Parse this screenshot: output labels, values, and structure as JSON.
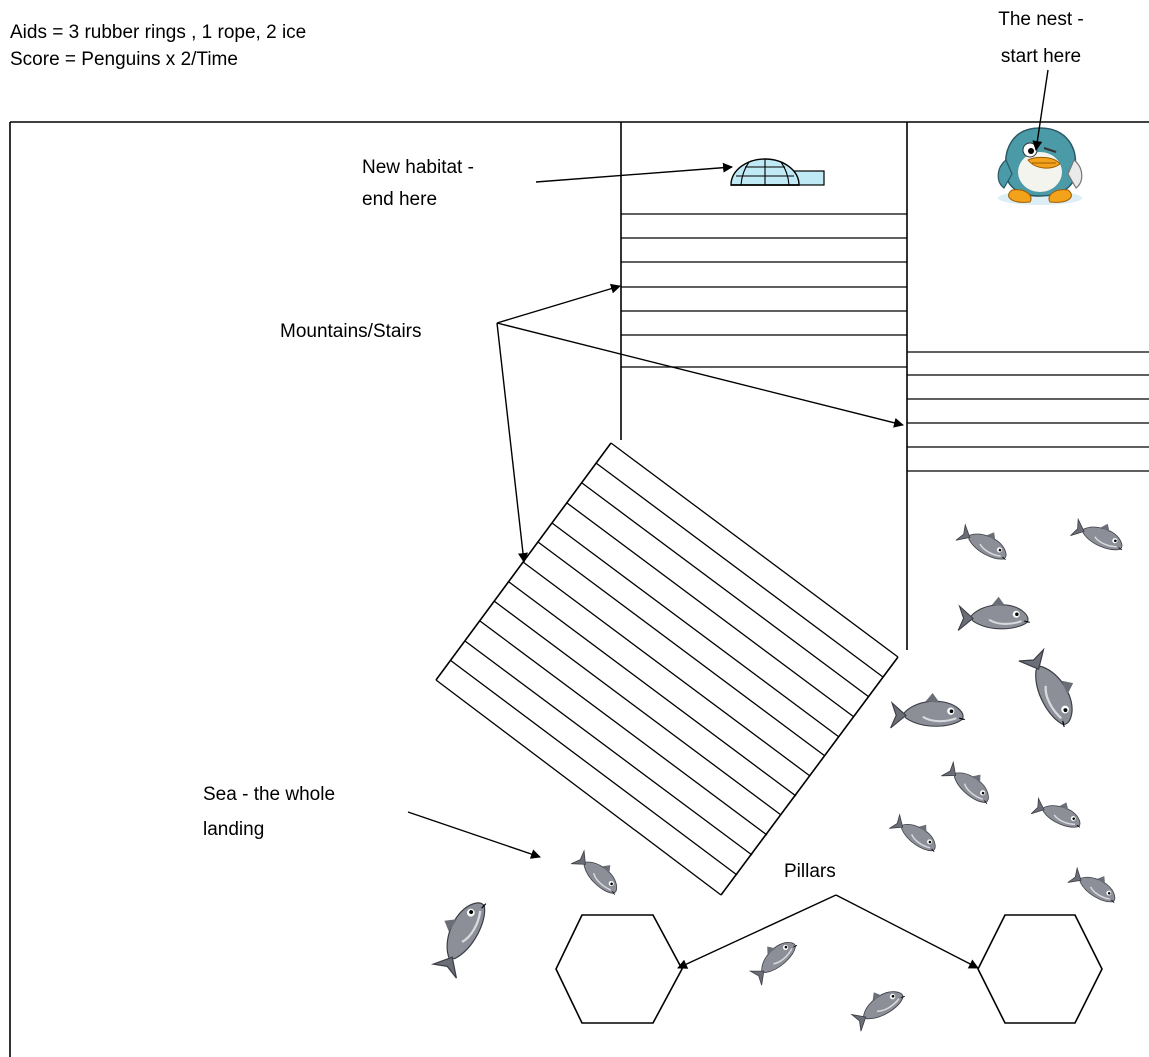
{
  "header": {
    "line1": "Aids = 3 rubber rings , 1 rope, 2 ice",
    "line2": "Score = Penguins x 2/Time"
  },
  "labels": {
    "nest_line1": "The nest -",
    "nest_line2": "start here",
    "habitat_line1": "New habitat -",
    "habitat_line2": "end here",
    "mountains": "Mountains/Stairs",
    "sea_line1": "Sea - the whole",
    "sea_line2": "landing",
    "pillars": "Pillars"
  },
  "icons": {
    "nest": "penguin-icon",
    "habitat": "igloo-icon",
    "sea": "fish-icon"
  },
  "colors": {
    "igloo_fill": "#bfe9f5",
    "fish_body": "#8c8f98",
    "penguin_body": "#4a9aa8",
    "penguin_feet": "#f2a31b"
  }
}
